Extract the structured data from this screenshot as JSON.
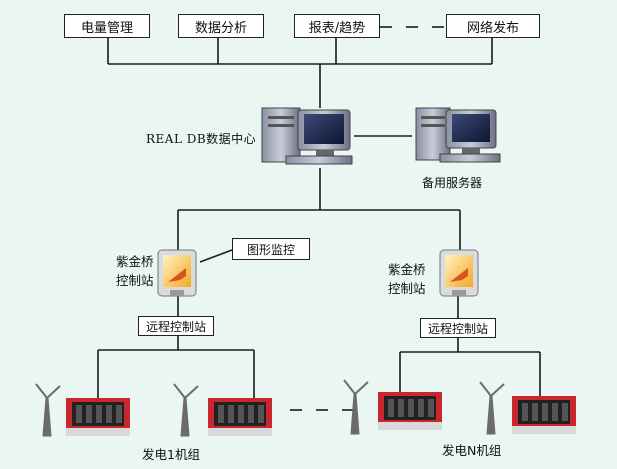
{
  "top_modules": [
    {
      "label": "电量管理"
    },
    {
      "label": "数据分析"
    },
    {
      "label": "报表/趋势"
    },
    {
      "label": "网络发布"
    }
  ],
  "server": {
    "main_label": "REAL DB数据中心",
    "backup_label": "备用服务器"
  },
  "stations": [
    {
      "name_line1": "紫金桥",
      "name_line2": "控制站",
      "remote_label": "远程控制站",
      "group_label": "发电1机组"
    },
    {
      "name_line1": "紫金桥",
      "name_line2": "控制站",
      "remote_label": "远程控制站",
      "group_label": "发电N机组"
    }
  ],
  "monitor_callout": "图形监控",
  "colors": {
    "background": "#e9f6f2",
    "line": "#1a1a1a",
    "plc_red": "#c8282d",
    "monitor_orange": "#f5a623"
  },
  "icons": [
    "server-computer-icon",
    "monitor-station-icon",
    "wind-turbine-icon",
    "plc-rack-icon"
  ]
}
